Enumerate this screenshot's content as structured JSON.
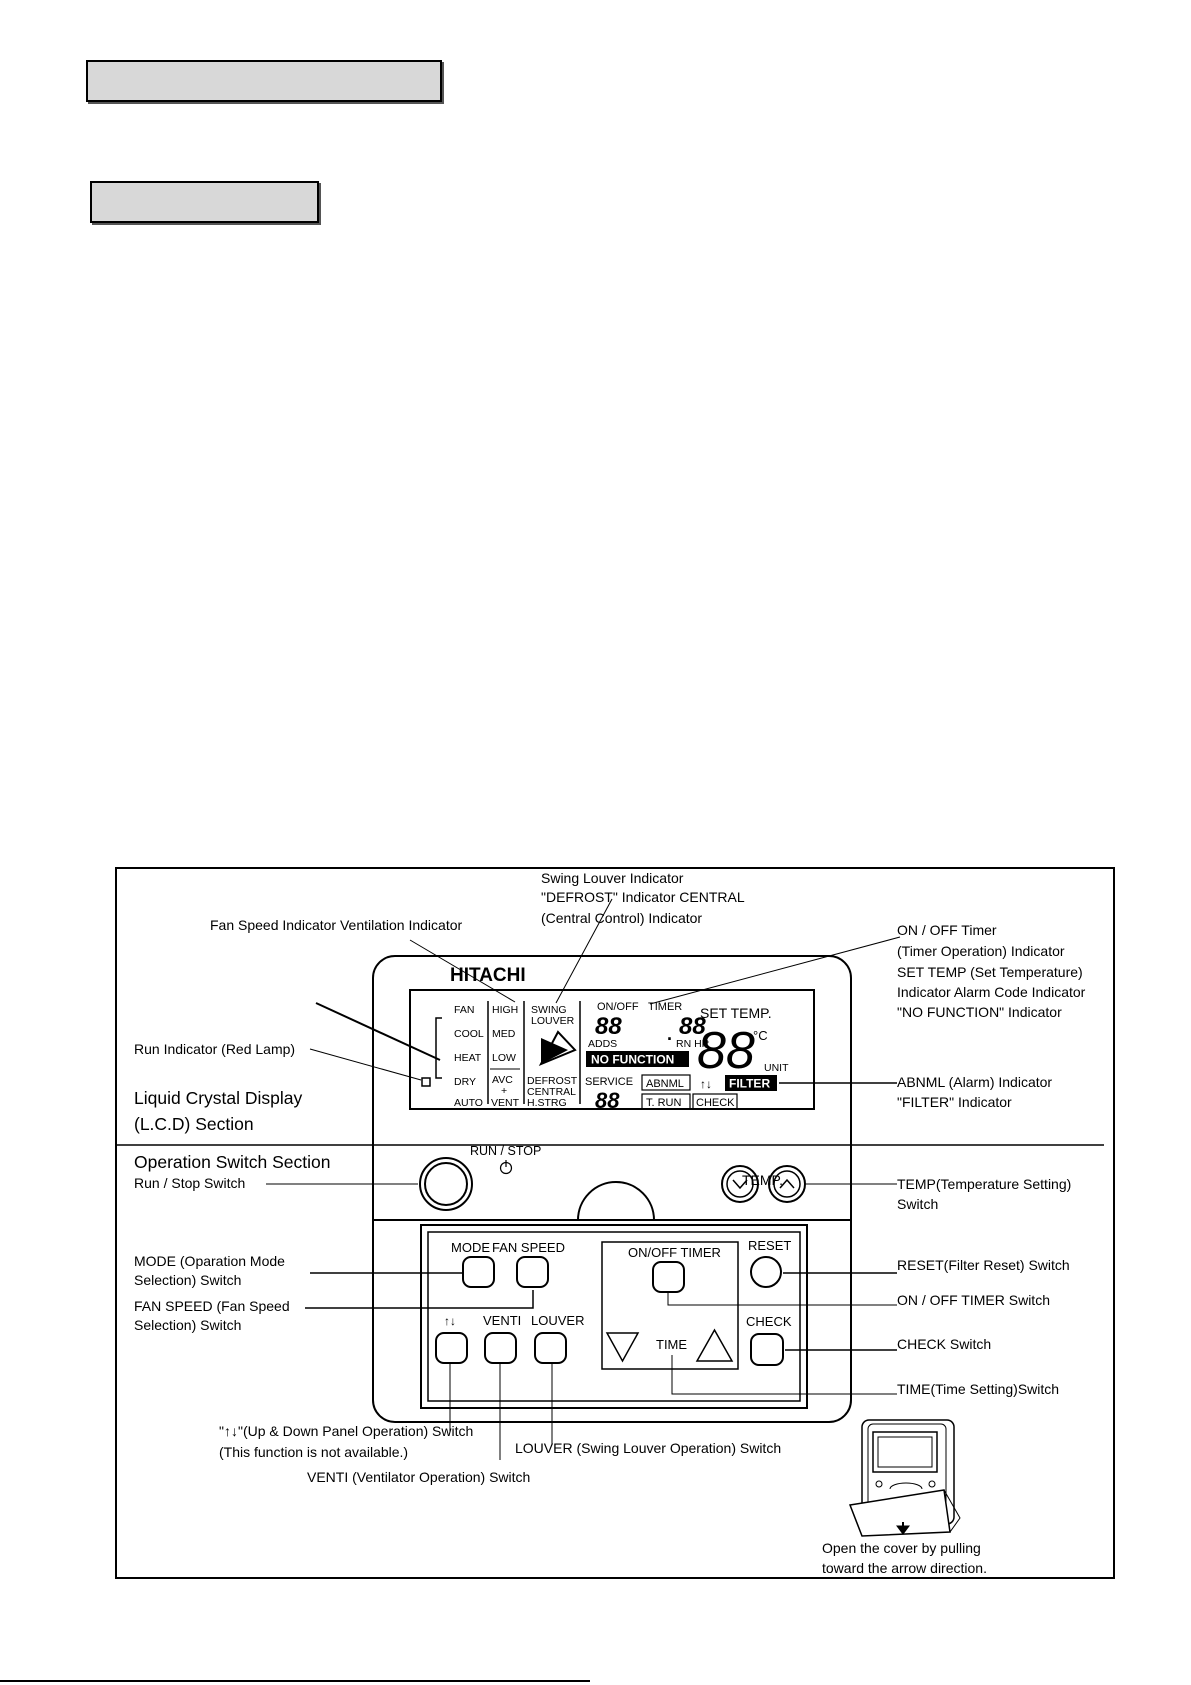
{
  "brand": "HITACHI",
  "lcd": {
    "modes": [
      "FAN",
      "COOL",
      "HEAT",
      "DRY",
      "AUTO"
    ],
    "speeds": [
      "HIGH",
      "MED",
      "LOW"
    ],
    "avc": [
      "AVC",
      "+",
      "VENT"
    ],
    "swing": [
      "SWING",
      "LOUVER"
    ],
    "lower_left": [
      "DEFROST",
      "CENTRAL",
      "H.STRG"
    ],
    "on_off": "ON/OFF",
    "timer": "TIMER",
    "digits": "88",
    "dot": ".",
    "adds": "ADDS",
    "rn_hr": "RN HR",
    "no_function": "NO FUNCTION",
    "set_temp": "SET TEMP.",
    "celsius": "°C",
    "unit": "UNIT",
    "service": "SERVICE",
    "abnml": "ABNML",
    "t_run": "T. RUN",
    "check": "CHECK",
    "arrows": "↑↓",
    "filter": "FILTER"
  },
  "buttons": {
    "run_stop": "RUN / STOP",
    "temp": "TEMP.",
    "mode": "MODE",
    "fan_speed": "FAN SPEED",
    "updown": "↑↓",
    "venti": "VENTI",
    "louver": "LOUVER",
    "on_off_timer": "ON/OFF TIMER",
    "time": "TIME",
    "reset": "RESET",
    "check": "CHECK"
  },
  "labels": {
    "swing_louver_indicator": "Swing Louver Indicator",
    "defrost_central": "\"DEFROST\" Indicator  CENTRAL",
    "central_control": "(Central Control) Indicator",
    "fan_speed_vent": "Fan Speed Indicator Ventilation Indicator",
    "on_off_timer_1": "ON / OFF Timer",
    "on_off_timer_2": "(Timer Operation) Indicator",
    "on_off_timer_3": "SET TEMP (Set Temperature)",
    "on_off_timer_4": "Indicator Alarm Code Indicator",
    "on_off_timer_5": "\"NO FUNCTION\" Indicator",
    "run_indicator": "Run Indicator (Red Lamp)",
    "lcd_1": "Liquid Crystal Display",
    "lcd_2": "(L.C.D) Section",
    "abnml_1": "ABNML (Alarm) Indicator",
    "abnml_2": "\"FILTER\" Indicator",
    "op_section": "Operation Switch Section",
    "run_stop_switch": "Run / Stop Switch",
    "temp_switch_1": "TEMP(Temperature Setting)",
    "temp_switch_2": "Switch",
    "mode_switch_1": "MODE (Oparation Mode",
    "mode_switch_2": "Selection) Switch",
    "fan_switch_1": "FAN SPEED (Fan Speed",
    "fan_switch_2": " Selection) Switch",
    "reset_switch": "RESET(Filter Reset) Switch",
    "timer_switch": "ON / OFF TIMER Switch",
    "check_switch": "CHECK Switch",
    "time_switch": "TIME(Time Setting)Switch",
    "updown_switch_1": "\"↑↓\"(Up & Down Panel Operation) Switch",
    "updown_switch_2": "(This function is not available.)",
    "louver_switch": "LOUVER (Swing Louver Operation) Switch",
    "venti_switch": "VENTI (Ventilator Operation) Switch",
    "cover_1": "Open the cover by pulling",
    "cover_2": "toward the arrow direction."
  }
}
